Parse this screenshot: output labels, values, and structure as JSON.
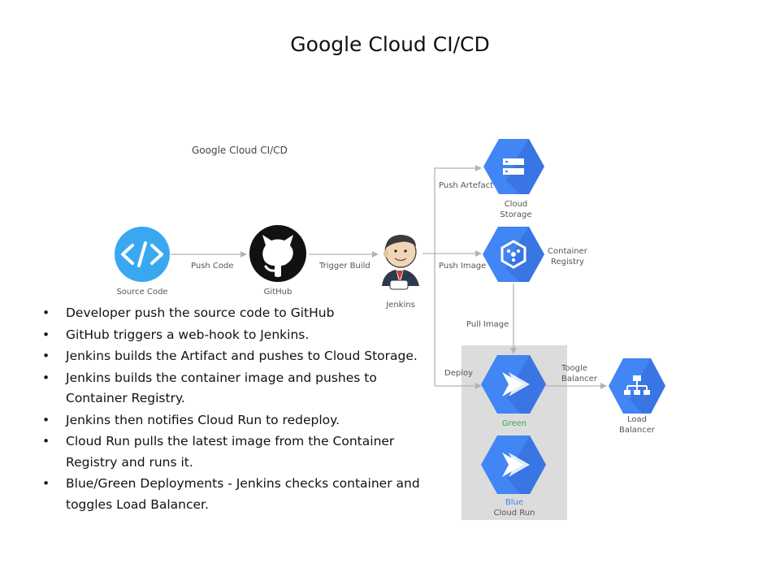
{
  "slide": {
    "title": "Google Cloud CI/CD"
  },
  "diagram": {
    "title": "Google Cloud CI/CD",
    "nodes": {
      "source_code": "Source Code",
      "github": "GitHub",
      "jenkins": "Jenkins",
      "cloud_storage": [
        "Cloud",
        "Storage"
      ],
      "container_registry": [
        "Container",
        "Registry"
      ],
      "cloud_run_green": "Green",
      "cloud_run_blue": "Blue",
      "cloud_run": "Cloud Run",
      "load_balancer": [
        "Load",
        "Balancer"
      ]
    },
    "edges": {
      "push_code": "Push Code",
      "trigger_build": "Trigger Build",
      "push_artefact": "Push Artefact",
      "push_image": "Push Image",
      "pull_image": "Pull Image",
      "deploy": "Deploy",
      "toggle_balancer": [
        "Toogle",
        "Balancer"
      ]
    },
    "colors": {
      "gcp_blue": "#4285f4",
      "gcp_blue_dark": "#3367d6",
      "source_code_circle": "#39a8f0",
      "github_black": "#111111",
      "green_label": "#34a853",
      "blue_label": "#4285f4",
      "panel_gray": "#dcdcdc",
      "connector": "#b3b3b3"
    },
    "icons": {
      "source_code": "code-brackets-icon",
      "github": "github-octocat-icon",
      "jenkins": "jenkins-butler-icon",
      "cloud_storage": "cloud-storage-icon",
      "container_registry": "container-registry-icon",
      "cloud_run": "cloud-run-icon",
      "load_balancer": "load-balancer-icon"
    }
  },
  "bullets": [
    "Developer  push the source code to GitHub",
    "GitHub triggers a web-hook to Jenkins.",
    "Jenkins builds the Artifact and pushes to Cloud Storage.",
    "Jenkins builds the container image and pushes to Container Registry.",
    "Jenkins then notifies Cloud Run to redeploy.",
    "Cloud Run pulls the latest image from the Container Registry and runs it.",
    "Blue/Green  Deployments - Jenkins checks container and toggles Load Balancer."
  ]
}
